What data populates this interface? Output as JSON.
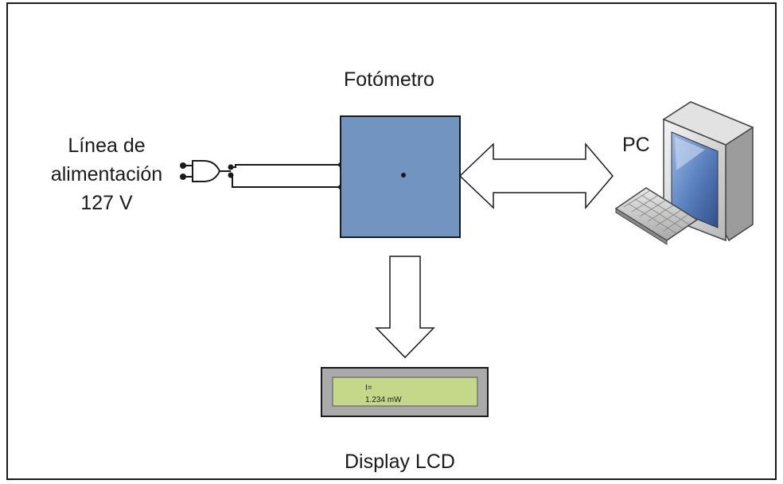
{
  "labels": {
    "power_line": [
      "Línea de",
      "alimentación",
      "127 V"
    ],
    "photometer": "Fotómetro",
    "pc": "PC",
    "display": "Display LCD"
  },
  "lcd": {
    "line1": "I=",
    "line2": "1.234 mW"
  },
  "colors": {
    "photometer_fill": "#7294c1",
    "lcd_screen": "#c5d88a",
    "lcd_bezel": "#aaaaaa",
    "monitor_screen": "#5c82c0"
  }
}
